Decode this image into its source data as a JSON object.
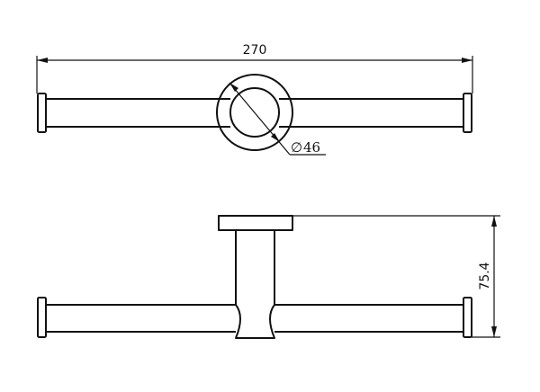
{
  "dimensions": {
    "overall_width": "270",
    "flange_diameter_symbol": "∅",
    "flange_diameter_value": "46",
    "projection": "75.4"
  },
  "colors": {
    "line": "#111111",
    "background": "#ffffff"
  }
}
